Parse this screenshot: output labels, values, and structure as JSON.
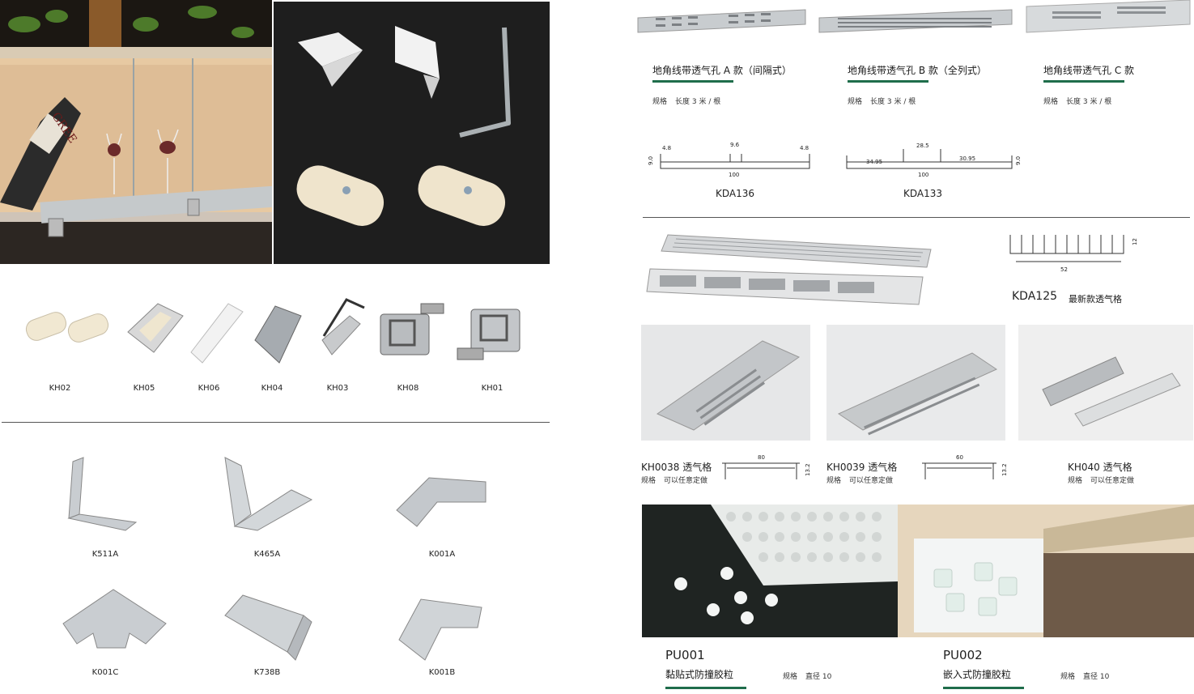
{
  "left": {
    "kh_parts": [
      {
        "label": "KH02"
      },
      {
        "label": "KH05"
      },
      {
        "label": "KH06"
      },
      {
        "label": "KH04"
      },
      {
        "label": "KH03"
      },
      {
        "label": "KH08"
      },
      {
        "label": "KH01"
      }
    ],
    "brackets_row1": [
      {
        "label": "K511A"
      },
      {
        "label": "K465A"
      },
      {
        "label": "K001A"
      }
    ],
    "brackets_row2": [
      {
        "label": "K001C"
      },
      {
        "label": "K738B"
      },
      {
        "label": "K001B"
      }
    ],
    "bottle_label": "GREE"
  },
  "right": {
    "vent_plates": [
      {
        "title": "地角线带透气孔 A 款（间隔式）",
        "spec_label": "规格",
        "spec_value": "长度 3 米 / 根"
      },
      {
        "title": "地角线带透气孔 B 款（全列式）",
        "spec_label": "规格",
        "spec_value": "长度 3 米 / 根"
      },
      {
        "title": "地角线带透气孔 C 款",
        "spec_label": "规格",
        "spec_value": "长度 3 米 / 根"
      }
    ],
    "profiles": [
      {
        "code": "KDA136",
        "dims": {
          "left": "4.8",
          "mid": "9.6",
          "right": "4.8",
          "height": "9.0",
          "width": "100"
        }
      },
      {
        "code": "KDA133",
        "dims": {
          "top": "28.5",
          "left": "34.95",
          "right": "30.95",
          "height": "9.0",
          "width": "100"
        }
      }
    ],
    "kda125": {
      "code": "KDA125",
      "desc": "最新款透气格",
      "dims": {
        "height": "12",
        "width": "52"
      }
    },
    "vent_grilles": [
      {
        "code": "KH0038",
        "name": "透气格",
        "spec_label": "规格",
        "spec_value": "可以任意定做",
        "dims": {
          "width": "80",
          "height": "13.2"
        }
      },
      {
        "code": "KH0039",
        "name": "透气格",
        "spec_label": "规格",
        "spec_value": "可以任意定做",
        "dims": {
          "width": "60",
          "height": "13.2"
        }
      },
      {
        "code": "KH040",
        "name": "透气格",
        "spec_label": "规格",
        "spec_value": "可以任意定做"
      }
    ],
    "bumpers": [
      {
        "code": "PU001",
        "name": "黏贴式防撞胶粒",
        "spec_label": "规格",
        "spec_value": "直径 10"
      },
      {
        "code": "PU002",
        "name": "嵌入式防撞胶粒",
        "spec_label": "规格",
        "spec_value": "直径 10"
      }
    ]
  },
  "colors": {
    "accent": "#1f6d4b",
    "divider": "#555555"
  }
}
